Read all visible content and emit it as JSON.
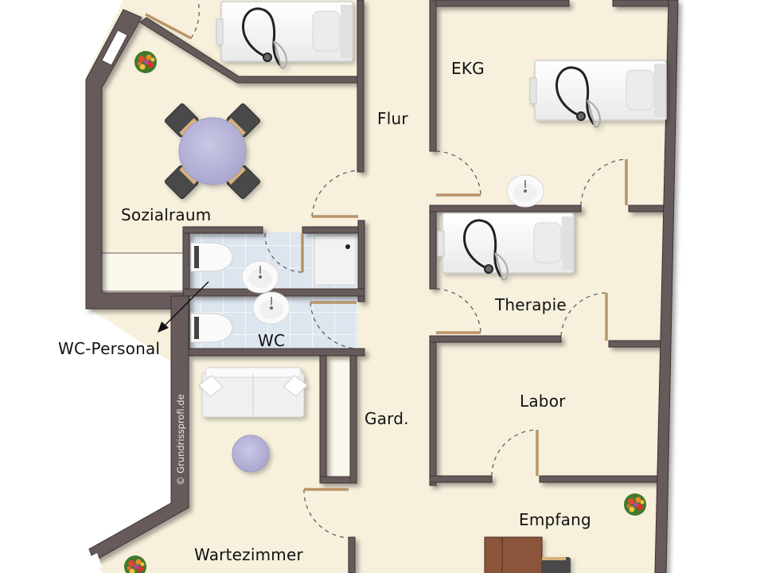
{
  "plan": {
    "colors": {
      "floor": "#f6f0dc",
      "wall": "#665a5a",
      "wall_outline": "#3c3232",
      "tile": "#dde6ef",
      "tile_grout": "#f4f7fa",
      "door_leaf": "#c9a77a",
      "table_glass": "#b9b6d8",
      "chair": "#4a4a4a",
      "desk": "#8b553a",
      "bed": "#f2f2f2"
    },
    "rooms": {
      "sozialraum": "Sozialraum",
      "ekg": "EKG",
      "flur": "Flur",
      "therapie": "Therapie",
      "wc_personal": "WC-Personal",
      "wc": "WC",
      "garderobe": "Gard.",
      "labor": "Labor",
      "empfang": "Empfang",
      "wartezimmer": "Wartezimmer"
    },
    "copyright": "© Grundrissprofi.de"
  }
}
